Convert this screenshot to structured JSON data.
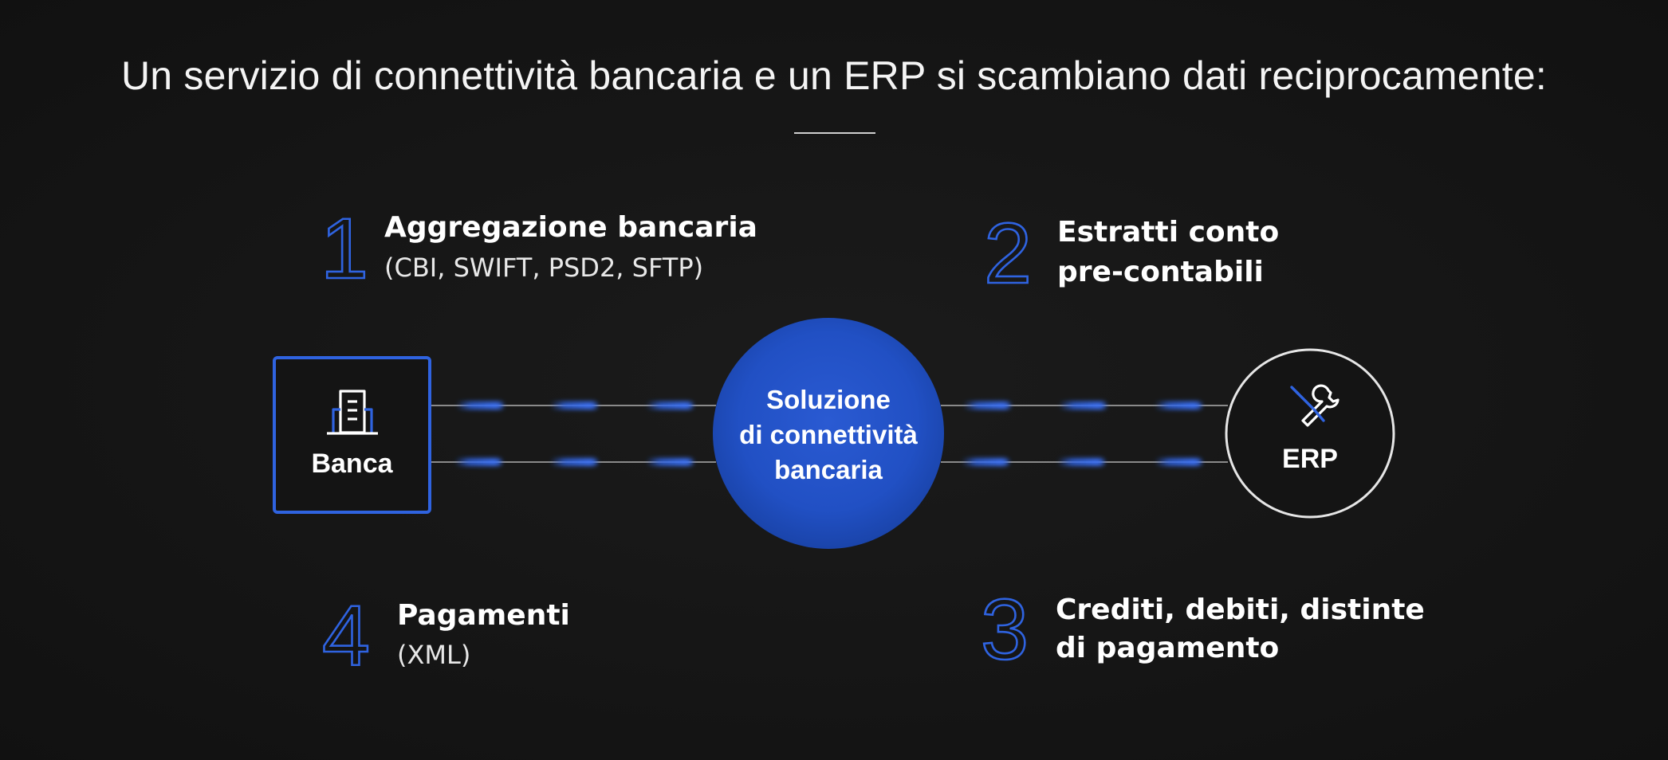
{
  "title": "Un servizio di connettività bancaria e un ERP si scambiano dati reciprocamente:",
  "nodes": {
    "bank": {
      "label": "Banca",
      "icon": "bank-building-icon"
    },
    "hub": {
      "line1": "Soluzione",
      "line2": "di connettività",
      "line3": "bancaria"
    },
    "erp": {
      "label": "ERP",
      "icon": "tools-icon"
    }
  },
  "steps": [
    {
      "number": "1",
      "title": "Aggregazione bancaria",
      "subtitle": "(CBI, SWIFT, PSD2, SFTP)"
    },
    {
      "number": "2",
      "title": "Estratti conto",
      "subtitle": "pre-contabili"
    },
    {
      "number": "3",
      "title": "Crediti, debiti, distinte",
      "subtitle": "di pagamento"
    },
    {
      "number": "4",
      "title": "Pagamenti",
      "subtitle": "(XML)"
    }
  ],
  "colors": {
    "background": "#151515",
    "accent": "#2f63e0",
    "hub_fill": "#1f4fbf",
    "line": "#8a8a8a",
    "text": "#ffffff"
  }
}
